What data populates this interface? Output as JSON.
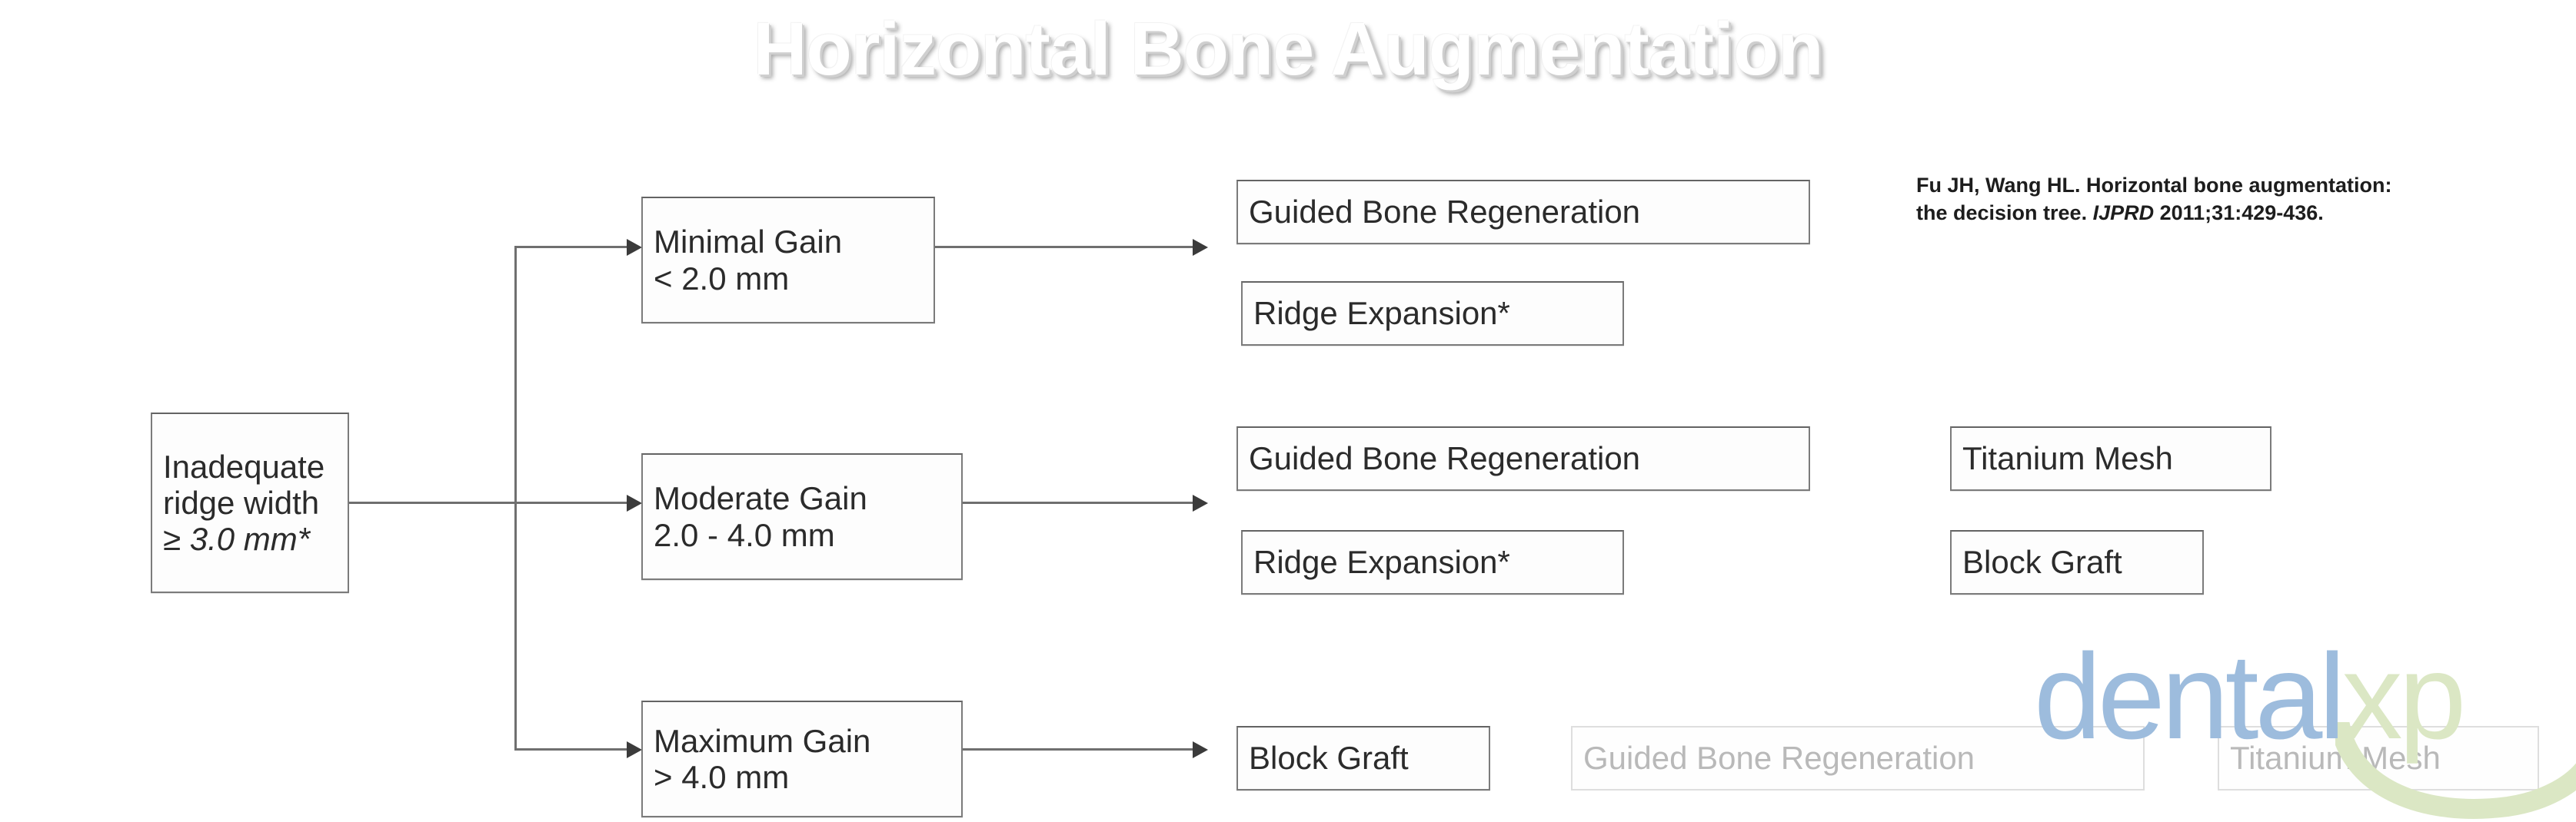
{
  "page": {
    "title": "Horizontal Bone Augmentation",
    "background_color": "#fdfdfd",
    "title_color": "#ffffff",
    "title_shadow_color": "#cfcfcf"
  },
  "citation": {
    "part1": "Fu JH, Wang HL. Horizontal bone augmentation:",
    "part2": "the decision tree. ",
    "journal": "IJPRD",
    "part3": " 2011;31:429-436."
  },
  "tree": {
    "root": {
      "line1": "Inadequate",
      "line2": "ridge width",
      "line3": "≥ 3.0 mm*"
    },
    "branches": [
      {
        "id": "minimal",
        "line1": "Minimal Gain",
        "line2": "< 2.0 mm",
        "treatments": [
          "Guided Bone Regeneration",
          "Ridge Expansion*"
        ],
        "extras": []
      },
      {
        "id": "moderate",
        "line1": "Moderate Gain",
        "line2": "2.0 - 4.0 mm",
        "treatments": [
          "Guided Bone Regeneration",
          "Ridge Expansion*"
        ],
        "extras": [
          "Titanium Mesh",
          "Block Graft"
        ]
      },
      {
        "id": "maximum",
        "line1": "Maximum Gain",
        "line2": "> 4.0 mm",
        "treatments": [
          "Block Graft",
          "Guided Bone Regeneration"
        ],
        "extras": [
          "Titanium Mesh"
        ]
      }
    ]
  },
  "watermark": {
    "text_primary": "dental",
    "text_secondary": "xp",
    "color_primary": "#9dbcdd",
    "color_secondary": "#dbe7c4"
  }
}
